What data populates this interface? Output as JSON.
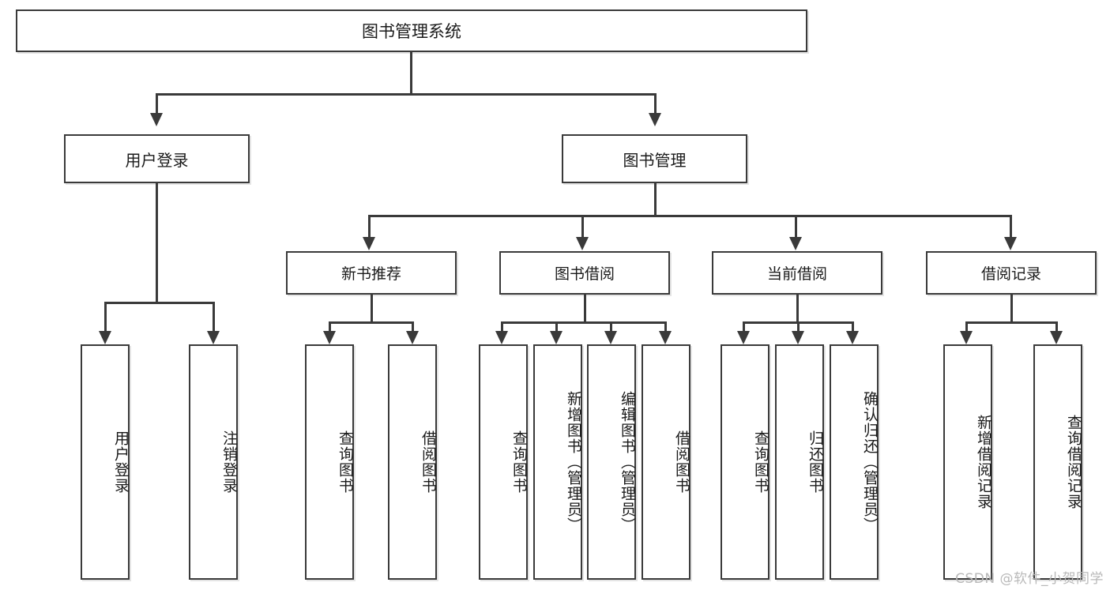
{
  "diagram": {
    "title": "图书管理系统",
    "root": {
      "label": "图书管理系统"
    },
    "level1": [
      {
        "label": "用户登录"
      },
      {
        "label": "图书管理"
      }
    ],
    "level2": [
      {
        "label": "新书推荐"
      },
      {
        "label": "图书借阅"
      },
      {
        "label": "当前借阅"
      },
      {
        "label": "借阅记录"
      }
    ],
    "leaves": {
      "user_login": [
        {
          "label": "用户登录"
        },
        {
          "label": "注销登录"
        }
      ],
      "new_book_recommend": [
        {
          "label": "查询图书"
        },
        {
          "label": "借阅图书"
        }
      ],
      "book_borrow": [
        {
          "label": "查询图书"
        },
        {
          "label": "新增图书（管理员）"
        },
        {
          "label": "编辑图书（管理员）"
        },
        {
          "label": "借阅图书"
        }
      ],
      "current_borrow": [
        {
          "label": "查询图书"
        },
        {
          "label": "归还图书"
        },
        {
          "label": "确认归还（管理员）"
        }
      ],
      "borrow_record": [
        {
          "label": "新增借阅记录"
        },
        {
          "label": "查询借阅记录"
        }
      ]
    }
  },
  "watermark": {
    "text": "CSDN @软件_小贺同学"
  },
  "colors": {
    "stroke": "#3a3a3a",
    "text": "#1a1a1a",
    "background": "#ffffff",
    "watermark": "#b9b9b9"
  }
}
